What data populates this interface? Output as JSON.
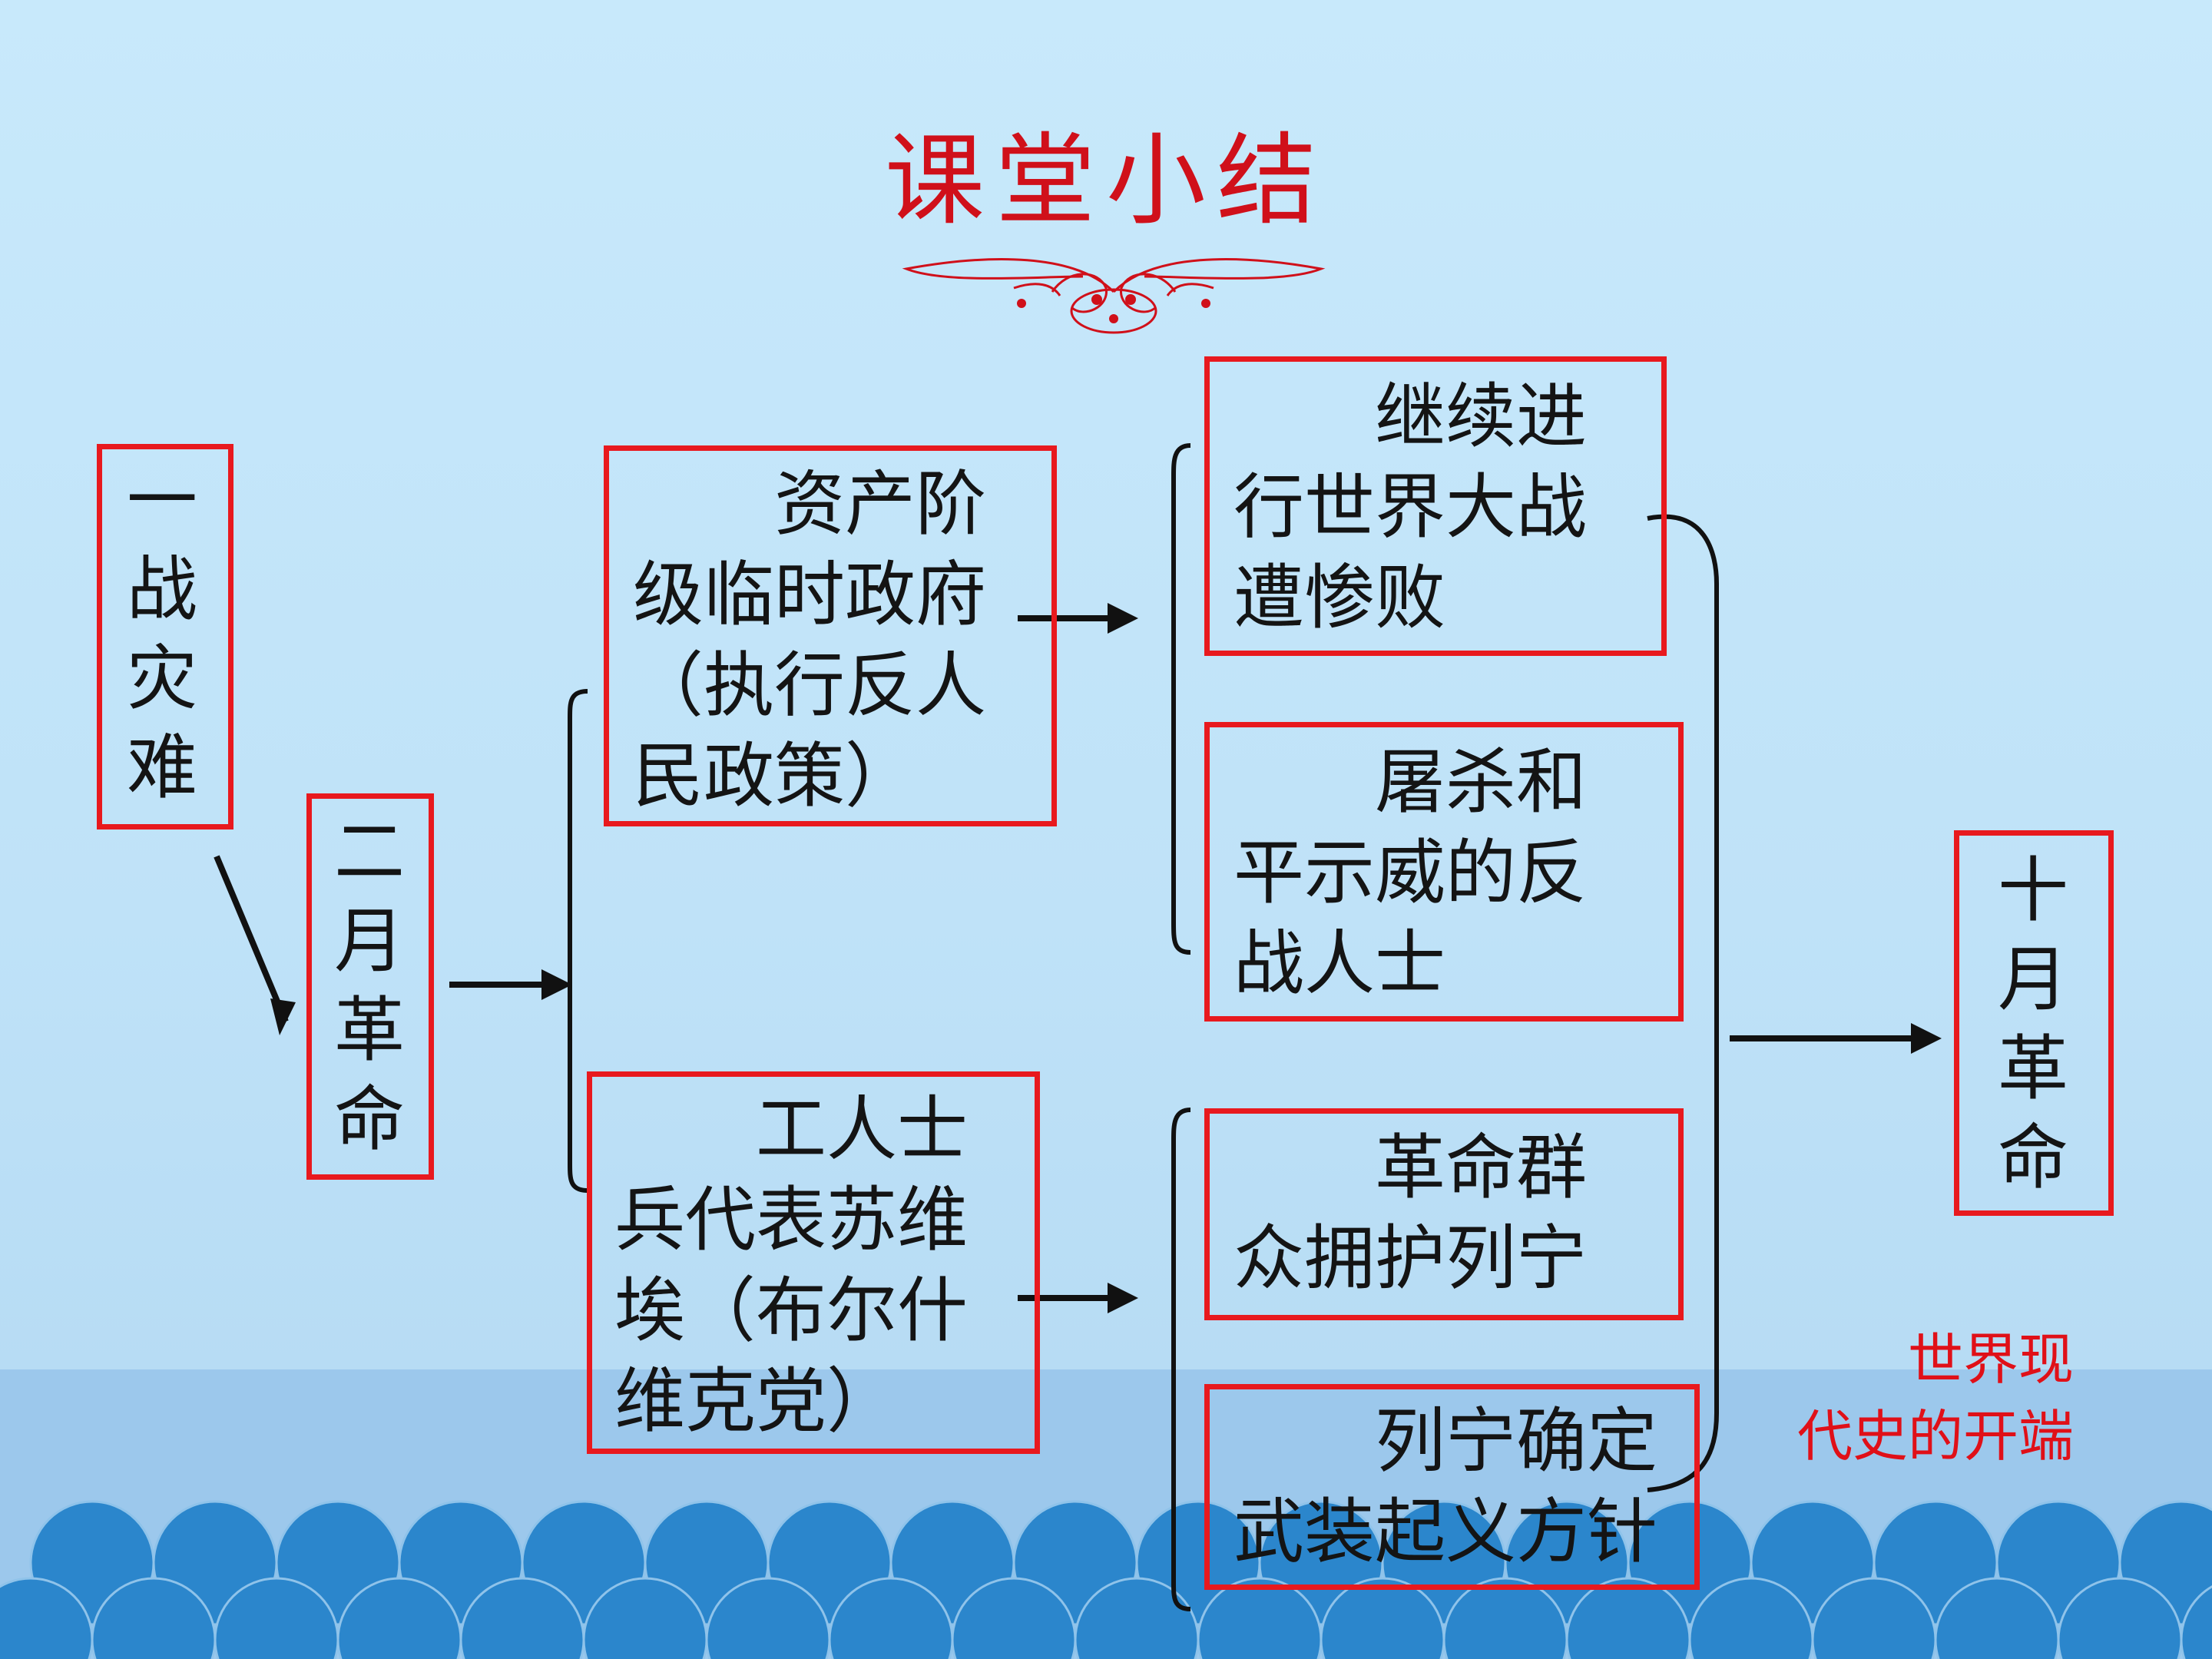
{
  "title": "课堂小结",
  "nodes": {
    "wwi_disaster": "一战灾难",
    "feb_revolution": "二月革命",
    "oct_revolution": "十月革命",
    "provisional_gov": "　　资产阶\n级临时政府\n（执行反人\n民政策）",
    "soviet": "　　工人士\n兵代表苏维\n埃（布尔什\n维克党）",
    "war_defeat": "　　继续进\n行世界大战\n遭惨败",
    "massacre": "　　屠杀和\n平示威的反\n战人士",
    "masses_support": "　　革命群\n众拥护列宁",
    "lenin_policy": "　　列宁确定\n武装起义方针"
  },
  "note": "世界现\n代史的开端",
  "colors": {
    "box_border": "#e8191e",
    "title": "#d0101a",
    "sea": "#9cc8ec",
    "wave": "#2b86cc"
  }
}
